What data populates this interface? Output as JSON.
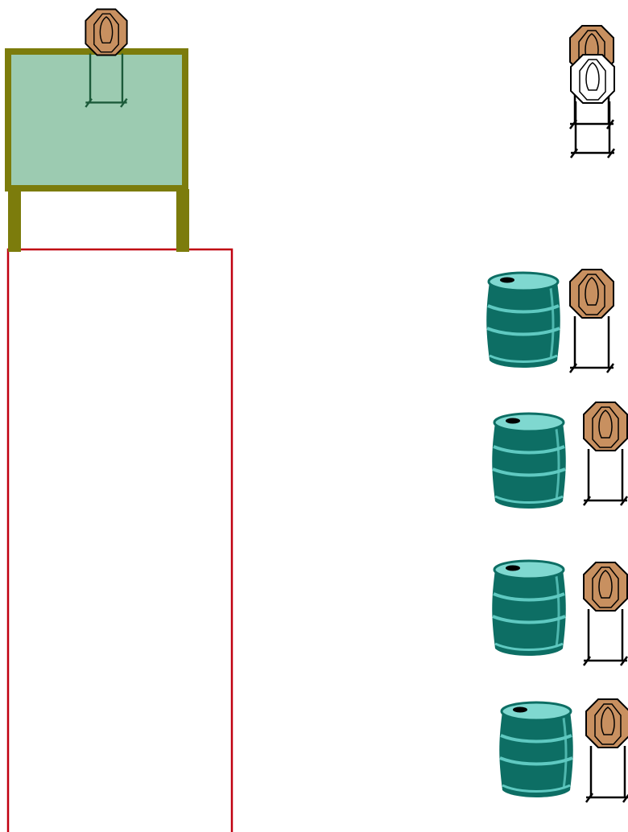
{
  "colors": {
    "background": "#ffffff",
    "structure_fill": "#9ccbb1",
    "structure_border": "#7c7c0c",
    "fault_line": "#c00010",
    "target_face": "#c89060",
    "target_outline": "#000000",
    "no_shoot_face": "#ffffff",
    "barrel_body": "#0d6e64",
    "barrel_highlight": "#5fc9c1",
    "barrel_top": "#7fd8d0",
    "stand_green": "#1c5a3a",
    "stand_black": "#000000"
  },
  "objects": {
    "structure": "olive-framed-wall-structure",
    "fault_line_area": "red-outlined-area",
    "targets": [
      "steel-target",
      "steel-target",
      "steel-target",
      "steel-target",
      "steel-target",
      "steel-target"
    ],
    "no_shoot": "white-no-shoot-target",
    "barrels": [
      "barrel",
      "barrel",
      "barrel",
      "barrel"
    ],
    "icons": [
      "target-icon",
      "no-shoot-icon",
      "barrel-icon",
      "target-stand-icon"
    ]
  }
}
